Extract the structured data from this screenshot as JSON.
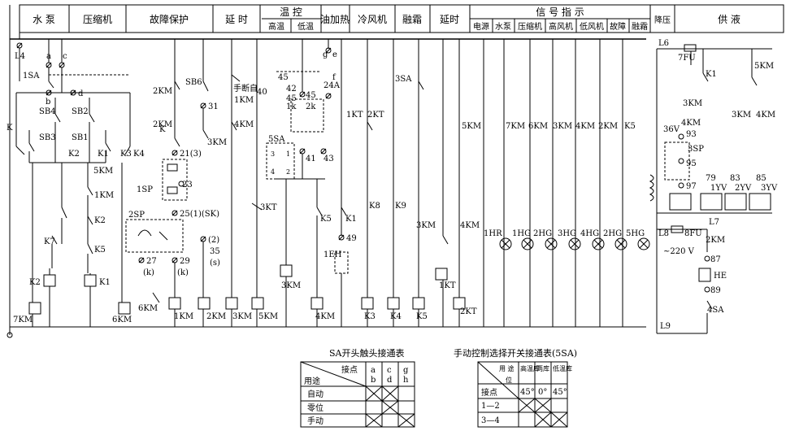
{
  "header": {
    "water_pump": "水 泵",
    "compressor": "压缩机",
    "fault_protect": "故障保护",
    "delay1": "延 时",
    "temp_ctrl": "温 控",
    "high_temp": "高温",
    "low_temp": "低温",
    "oil_heat": "油加热",
    "cooling_fan": "冷风机",
    "defrost": "融霜",
    "delay2": "延时",
    "signal": "信 号 指 示",
    "sig_power": "电源",
    "sig_pump": "水泵",
    "sig_comp": "压缩机",
    "sig_hifan": "高风机",
    "sig_lofan": "低风机",
    "sig_fault": "故障",
    "sig_defrost": "融霜",
    "depress": "降压",
    "supply": "供 液"
  },
  "labels": {
    "L4": "L4",
    "L6": "L6",
    "L7": "L7",
    "L8": "L8",
    "L9": "L9",
    "a": "a",
    "b": "b",
    "c": "c",
    "d": "d",
    "e": "e",
    "f": "f",
    "g": "g",
    "SA1": "1SA",
    "SA3": "3SA",
    "SA5": "5SA",
    "SB1": "SB1",
    "SB2": "SB2",
    "SB3": "SB3",
    "SB4": "SB4",
    "SB6": "SB6",
    "K": "K",
    "K1": "K1",
    "K2": "K2",
    "K3": "K3",
    "K4": "K4",
    "K5": "K5",
    "K7": "K7",
    "K8": "K8",
    "K9": "K9",
    "KM1": "1KM",
    "KM2": "2KM",
    "KM3": "3KM",
    "KM4": "4KM",
    "KM5": "5KM",
    "KM6": "6KM",
    "KM7": "7KM",
    "KT1": "1KT",
    "KT2": "2KT",
    "KT3": "3KT",
    "SP1": "1SP",
    "SP2": "2SP",
    "SP3": "3SP",
    "EH1": "1EH",
    "HE": "HE",
    "HR1": "1HR",
    "HG1": "1HG",
    "HG2": "2HG",
    "HG3": "3HG",
    "HG4": "4HG",
    "HG5": "5HG",
    "YV1": "1YV",
    "YV2": "2YV",
    "YV3": "3YV",
    "FU7": "7FU",
    "FU8": "8FU",
    "V36": "36V",
    "V220": "~220 V",
    "SA4": "4SA",
    "manual_auto": "手断自",
    "n21": "21(3)",
    "n23": "23",
    "n25": "25(1)(SK)",
    "n27": "27",
    "n29": "29",
    "n2": "(2)",
    "n35": "35",
    "ns": "(s)",
    "nk1": "(k)",
    "nk2": "(k)",
    "n31": "31",
    "n40": "40",
    "n41": "41",
    "n42": "42",
    "n43": "43",
    "n45a": "45",
    "n45b": "45",
    "n49": "49",
    "n79": "79",
    "n83": "83",
    "n85": "85",
    "n87": "87",
    "n89": "89",
    "n93": "93",
    "n95": "95",
    "n97": "97",
    "n24A": "24A",
    "n1k": "1k",
    "n2k": "2k",
    "n1": "1",
    "n2s": "2",
    "n3": "3",
    "n4": "4"
  },
  "table_sa": {
    "title": "SA开头触头接通表",
    "corner_top": "接点",
    "corner_bottom": "用途",
    "cols": [
      "a\nb",
      "c\nd",
      "g\nh"
    ],
    "col_a": [
      "a",
      "b"
    ],
    "col_c": [
      "c",
      "d"
    ],
    "col_g": [
      "g",
      "h"
    ],
    "rows": [
      "自动",
      "零位",
      "手动"
    ]
  },
  "table_5sa": {
    "title": "手动控制选择开关接通表(5SA)",
    "corner_top": "用 途",
    "corner_mid": "位",
    "corner_bottom": "接点",
    "cols": [
      "高温库",
      "两库",
      "低温库"
    ],
    "angles": [
      "45°",
      "0°",
      "45°"
    ],
    "rows": [
      "1—2",
      "3—4"
    ]
  }
}
